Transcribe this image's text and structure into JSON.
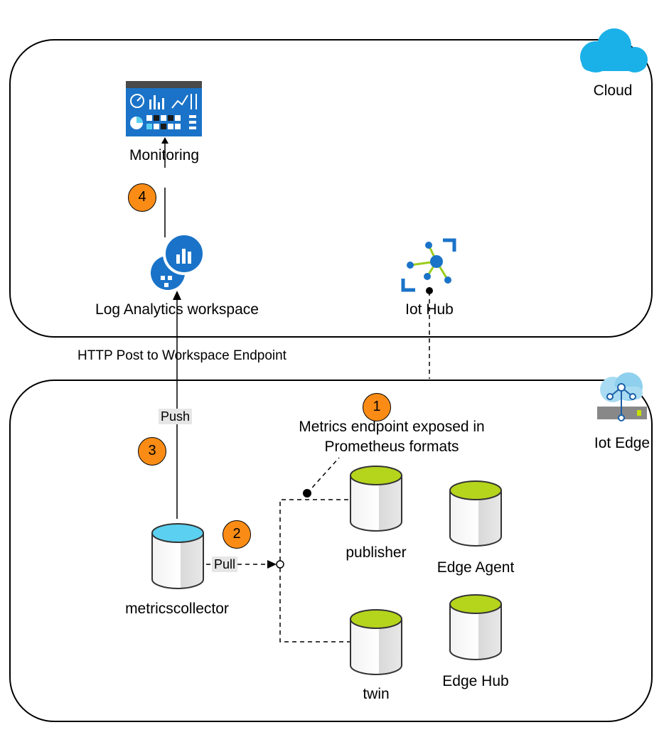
{
  "zones": {
    "cloud": {
      "label": "Cloud"
    },
    "edge": {
      "label": "Iot Edge"
    }
  },
  "nodes": {
    "monitoring": {
      "label": "Monitoring",
      "icon": "monitoring-dashboard-icon"
    },
    "log_analytics": {
      "label": "Log Analytics workspace",
      "icon": "log-analytics-icon"
    },
    "iot_hub": {
      "label": "Iot Hub",
      "icon": "iot-hub-icon"
    },
    "metricscollector": {
      "label": "metricscollector",
      "icon": "database-cylinder-icon"
    },
    "publisher": {
      "label": "publisher",
      "icon": "database-cylinder-icon"
    },
    "edge_agent": {
      "label": "Edge Agent",
      "icon": "database-cylinder-icon"
    },
    "twin": {
      "label": "twin",
      "icon": "database-cylinder-icon"
    },
    "edge_hub": {
      "label": "Edge Hub",
      "icon": "database-cylinder-icon"
    }
  },
  "edges": {
    "http_post": "HTTP Post to Workspace Endpoint",
    "push": "Push",
    "pull": "Pull",
    "metrics_note_line1": "Metrics endpoint exposed in",
    "metrics_note_line2": "Prometheus formats"
  },
  "steps": [
    "1",
    "2",
    "3",
    "4"
  ],
  "colors": {
    "badge": "#fa8c16",
    "azure_blue": "#1a73c8",
    "cylinder_green": "#b5d41c",
    "cylinder_cyan": "#5bd0f0",
    "cloud_icon": "#1ab0e8"
  }
}
